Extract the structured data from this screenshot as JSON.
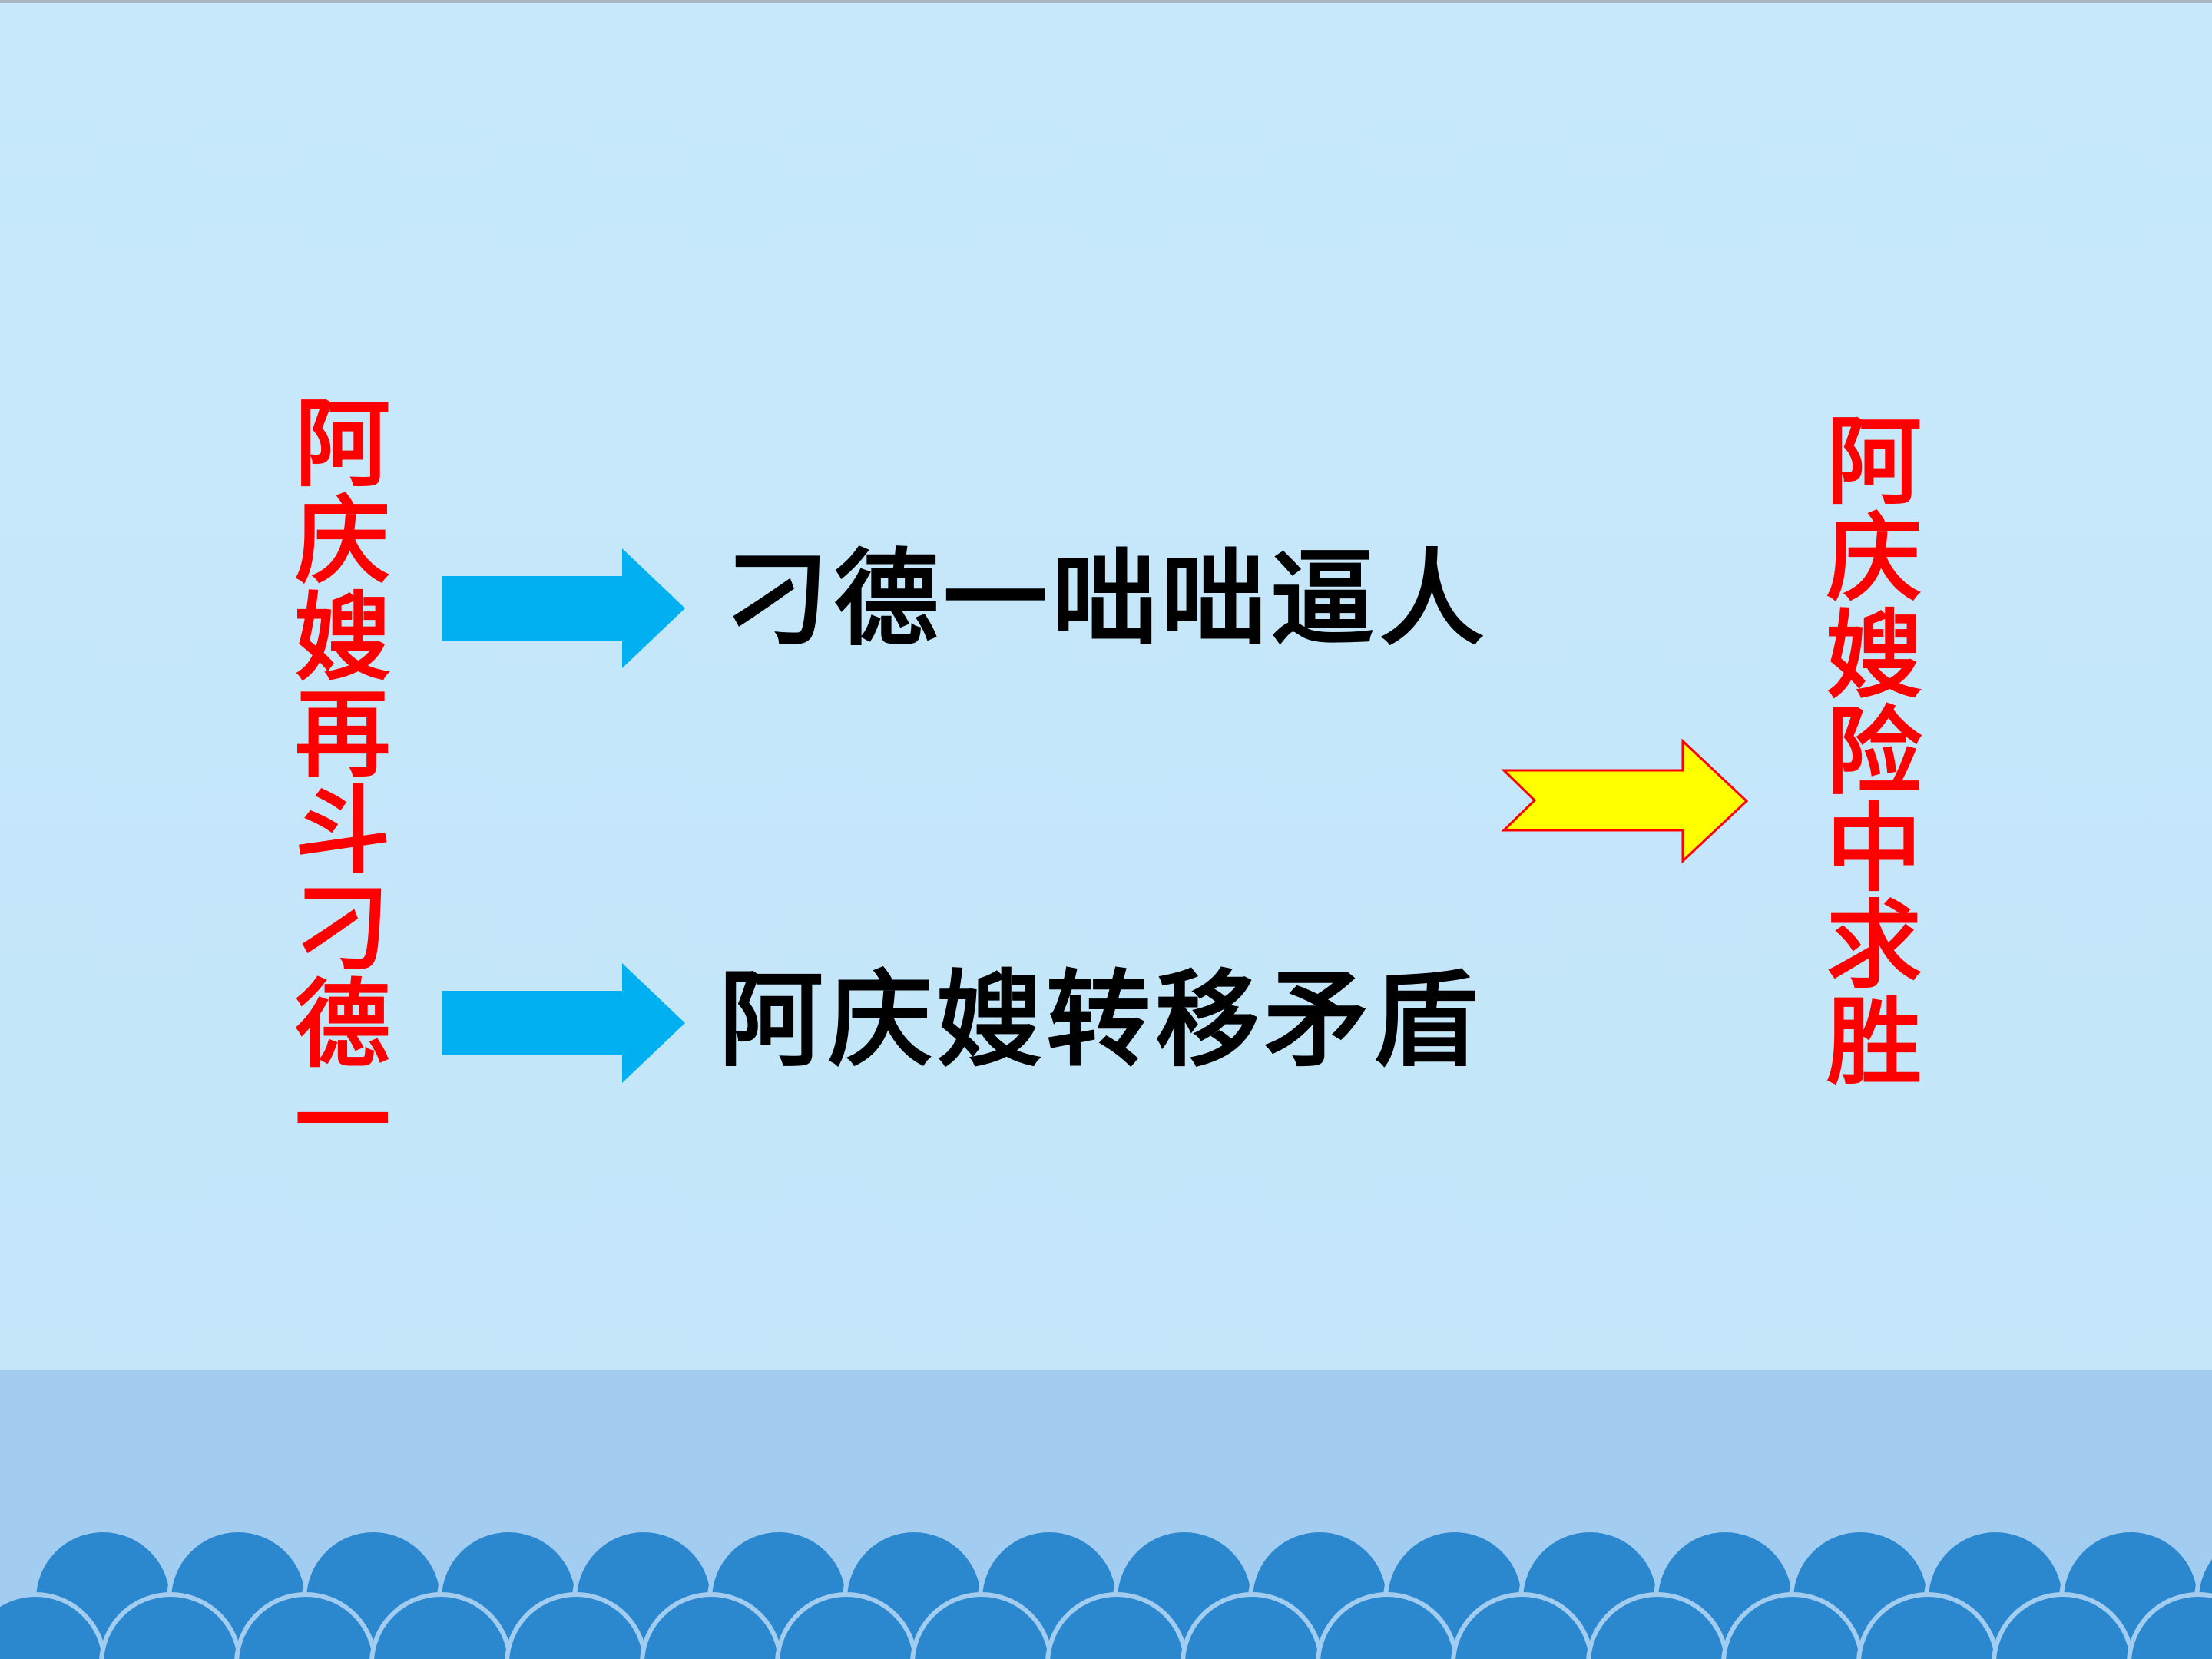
{
  "diagram": {
    "left_title": "阿庆嫂再斗刁德一",
    "branches": [
      {
        "label": "刁德一咄咄逼人"
      },
      {
        "label": "阿庆嫂转移矛盾"
      }
    ],
    "right_title": "阿庆嫂险中求胜"
  },
  "colors": {
    "background": "#c5e7fa",
    "title_red": "#ff0000",
    "branch_arrow": "#00b0f0",
    "result_arrow_fill": "#ffff00",
    "result_arrow_stroke": "#ff0000",
    "wave_dark": "#2b88cf",
    "wave_light": "#a2cdf0"
  },
  "icons": {
    "branch_arrow": "right-arrow-icon",
    "result_arrow": "notched-right-arrow-icon",
    "decoration": "wave-pattern"
  }
}
